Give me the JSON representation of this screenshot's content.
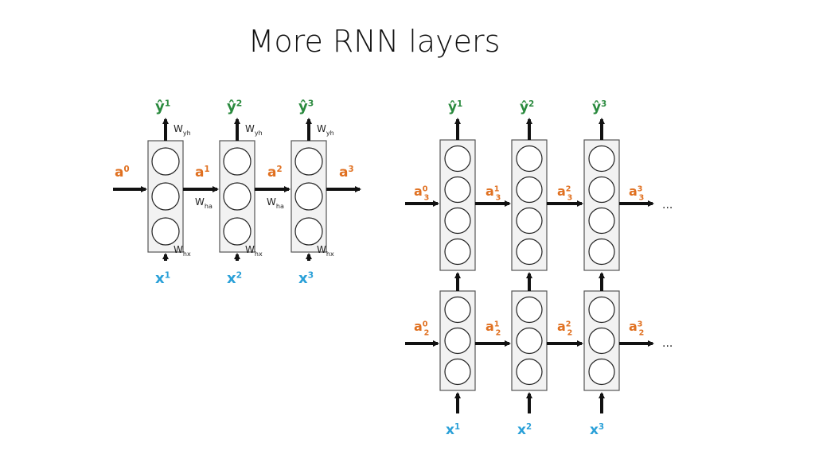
{
  "title": "More RNN layers",
  "colors": {
    "output": "#2a8a3e",
    "activation": "#e07020",
    "input": "#2aa0d8",
    "box_fill": "#f2f2f2",
    "box_stroke": "#555555"
  },
  "left_diagram": {
    "outputs": [
      {
        "base": "ŷ",
        "sup": "1"
      },
      {
        "base": "ŷ",
        "sup": "2"
      },
      {
        "base": "ŷ",
        "sup": "3"
      }
    ],
    "activations": [
      {
        "base": "a",
        "sup": "0"
      },
      {
        "base": "a",
        "sup": "1"
      },
      {
        "base": "a",
        "sup": "2"
      },
      {
        "base": "a",
        "sup": "3"
      }
    ],
    "inputs": [
      {
        "base": "x",
        "sup": "1"
      },
      {
        "base": "x",
        "sup": "2"
      },
      {
        "base": "x",
        "sup": "3"
      }
    ],
    "weights": {
      "yh": {
        "base": "W",
        "sub": "yh"
      },
      "ha": {
        "base": "W",
        "sub": "ha"
      },
      "hx": {
        "base": "W",
        "sub": "hx"
      }
    },
    "units_per_cell": 3
  },
  "right_diagram": {
    "outputs": [
      {
        "base": "ŷ",
        "sup": "1"
      },
      {
        "base": "ŷ",
        "sup": "2"
      },
      {
        "base": "ŷ",
        "sup": "3"
      }
    ],
    "layer3_activations": [
      {
        "base": "a",
        "sup": "0",
        "sub": "3"
      },
      {
        "base": "a",
        "sup": "1",
        "sub": "3"
      },
      {
        "base": "a",
        "sup": "2",
        "sub": "3"
      },
      {
        "base": "a",
        "sup": "3",
        "sub": "3"
      }
    ],
    "layer2_activations": [
      {
        "base": "a",
        "sup": "0",
        "sub": "2"
      },
      {
        "base": "a",
        "sup": "1",
        "sub": "2"
      },
      {
        "base": "a",
        "sup": "2",
        "sub": "2"
      },
      {
        "base": "a",
        "sup": "3",
        "sub": "2"
      }
    ],
    "inputs": [
      {
        "base": "x",
        "sup": "1"
      },
      {
        "base": "x",
        "sup": "2"
      },
      {
        "base": "x",
        "sup": "3"
      }
    ],
    "ellipsis": "...",
    "layer3_units": 4,
    "layer2_units": 3
  }
}
